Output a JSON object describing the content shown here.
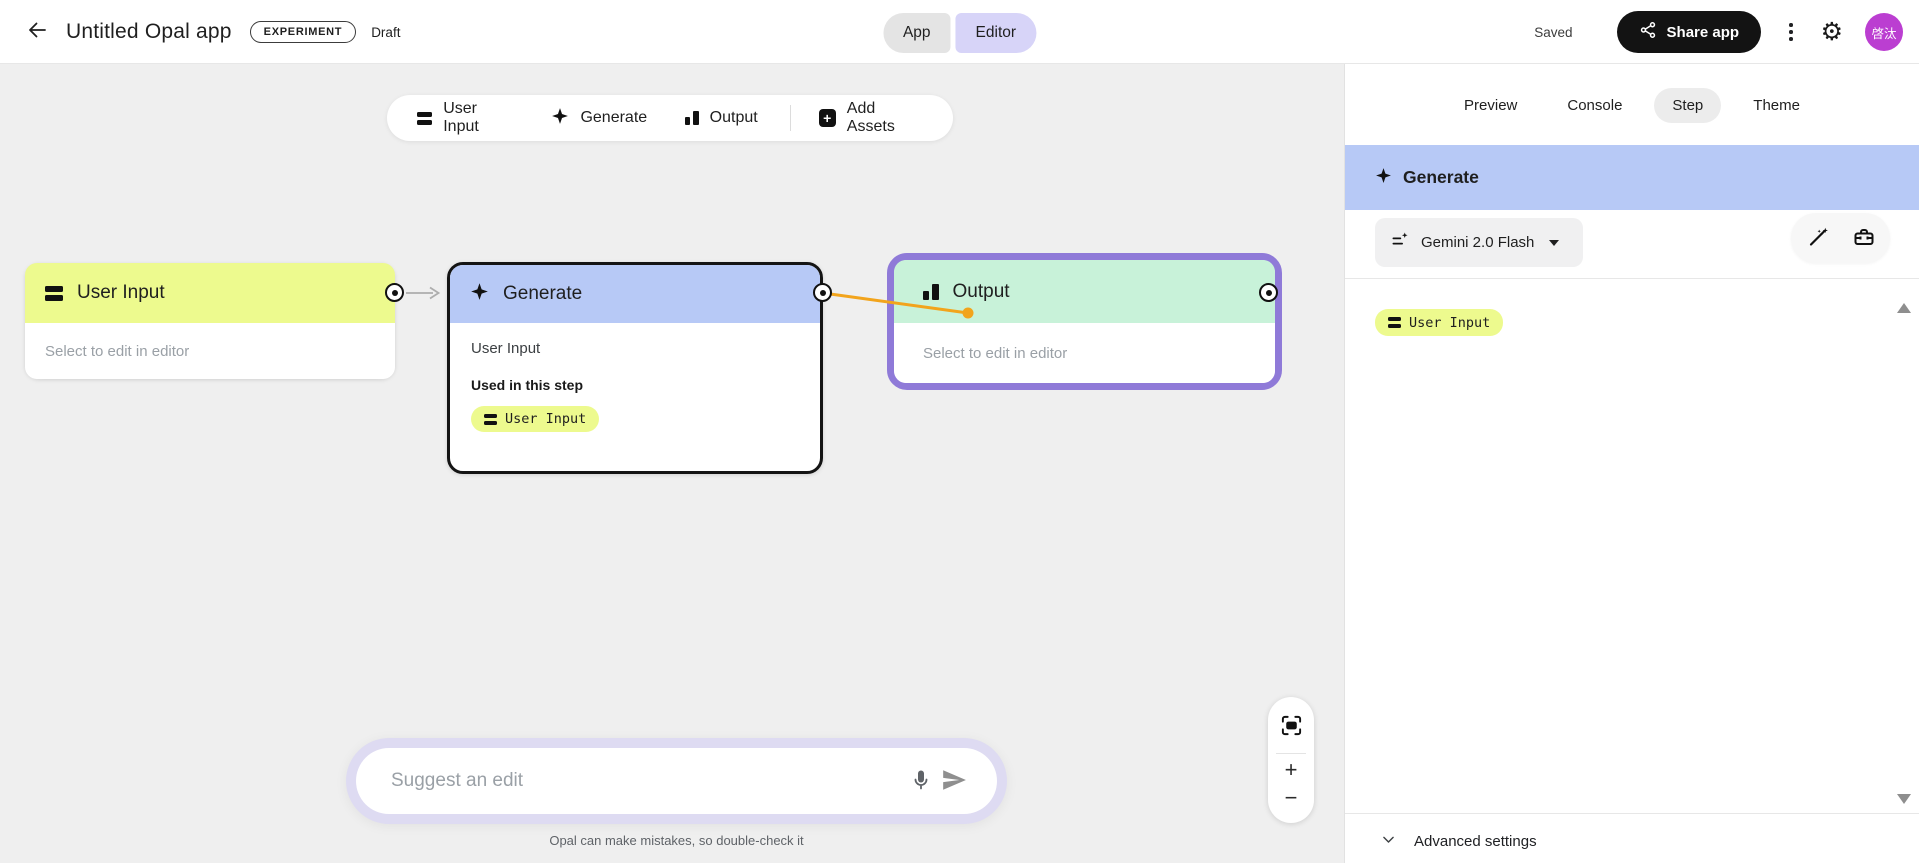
{
  "header": {
    "title": "Untitled Opal app",
    "badge": "EXPERIMENT",
    "status": "Draft",
    "mode_app": "App",
    "mode_editor": "Editor",
    "saved": "Saved",
    "share_label": "Share app",
    "avatar_initials": "啓汰"
  },
  "toolbar": {
    "user_input": "User Input",
    "generate": "Generate",
    "output": "Output",
    "add_assets": "Add Assets"
  },
  "canvas": {
    "user_input_node": {
      "title": "User Input",
      "body": "Select to edit in editor"
    },
    "generate_node": {
      "title": "Generate",
      "input_ref": "User Input",
      "used_heading": "Used in this step",
      "chip": "User Input"
    },
    "output_node": {
      "title": "Output",
      "body": "Select to edit in editor"
    },
    "suggest_placeholder": "Suggest an edit",
    "disclaimer": "Opal can make mistakes, so double-check it",
    "zoom_in": "+",
    "zoom_out": "−"
  },
  "panel": {
    "tabs": [
      "Preview",
      "Console",
      "Step",
      "Theme"
    ],
    "active_tab": "Step",
    "step_title": "Generate",
    "model_name": "Gemini 2.0 Flash",
    "input_chip": "User Input",
    "advanced_label": "Advanced settings"
  },
  "colors": {
    "user_input_yellow": "#edfa8e",
    "generate_blue": "#b7c9f6",
    "output_green": "#c8f2d9",
    "selection_purple": "#8f7ad8",
    "connector_orange": "#f2a41c",
    "editor_pill_lavender": "#d7d4f8",
    "avatar_purple": "#bb3ed1",
    "share_button_black": "#131313"
  }
}
